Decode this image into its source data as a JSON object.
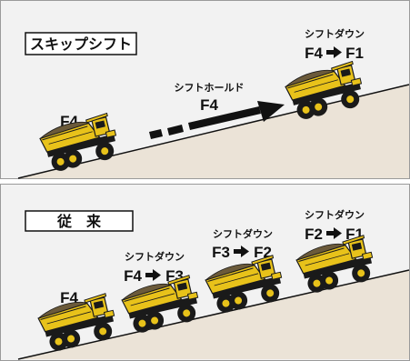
{
  "top_panel": {
    "title": "スキップシフト",
    "start_gear": "F4",
    "hold_label": "シフトホールド",
    "hold_gear": "F4",
    "down_label": "シフトダウン",
    "down_from": "F4",
    "down_to": "F1"
  },
  "bottom_panel": {
    "title": "従　来",
    "start_gear": "F4",
    "steps": [
      {
        "label": "シフトダウン",
        "from": "F4",
        "to": "F3"
      },
      {
        "label": "シフトダウン",
        "from": "F3",
        "to": "F2"
      },
      {
        "label": "シフトダウン",
        "from": "F2",
        "to": "F1"
      }
    ]
  },
  "colors": {
    "panel_bg": "#f2f2f2",
    "slope": "#ebe3d7",
    "truck_yellow": "#e8c21a",
    "truck_dark": "#1a1a1a"
  }
}
